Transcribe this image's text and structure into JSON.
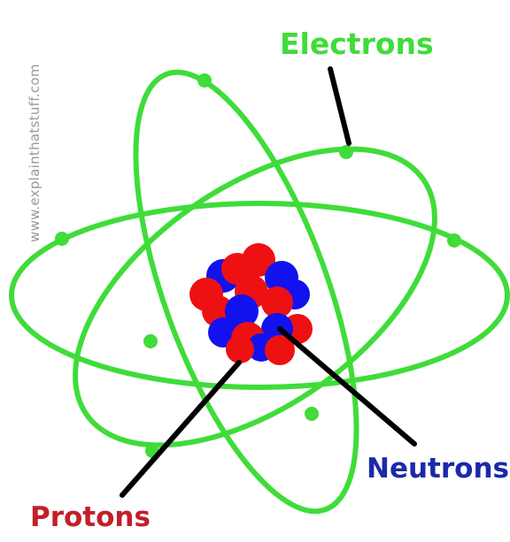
{
  "watermark": "www.explainthatstuff.com",
  "labels": {
    "electrons": "Electrons",
    "neutrons": "Neutrons",
    "protons": "Protons"
  },
  "colors": {
    "orbit": "#3fdc3a",
    "electron": "#3fdc3a",
    "proton": "#ee1111",
    "neutron": "#1212ee",
    "electrons_label": "#3fdc3a",
    "neutrons_label": "#1a2aa8",
    "protons_label": "#c0202a",
    "pointer": "#000000"
  }
}
